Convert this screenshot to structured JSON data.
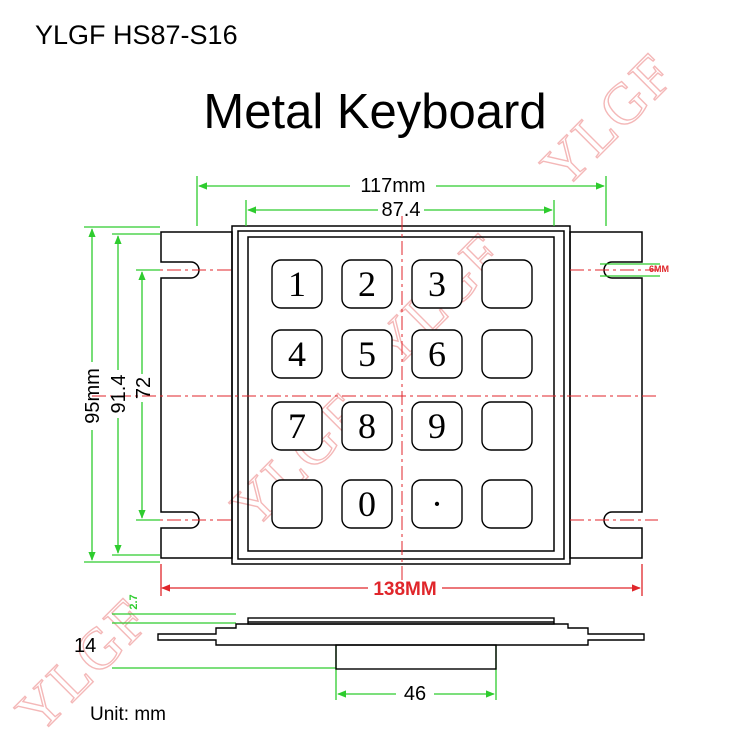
{
  "model_label": "YLGF HS87-S16",
  "title": "Metal Keyboard",
  "unit_label": "Unit: mm",
  "keys": [
    "1",
    "2",
    "3",
    "",
    "4",
    "5",
    "6",
    "",
    "7",
    "8",
    "9",
    "",
    "",
    "0",
    "·",
    ""
  ],
  "dimensions": {
    "overall_width": "117mm",
    "keypad_width": "87.4",
    "slot_width": "6MM",
    "overall_height": "95mm",
    "mid_height": "91.4",
    "hole_pitch": "72",
    "total_length": "138MM",
    "plate_thickness": "2.7",
    "total_depth": "14",
    "base_width": "46"
  },
  "watermark": "YLGF",
  "colors": {
    "dimension_line": "#2ecc2e",
    "red_dimension": "#e0262b",
    "center_line": "#e0262b",
    "watermark": "#f4b8b8",
    "outline": "#000000"
  }
}
